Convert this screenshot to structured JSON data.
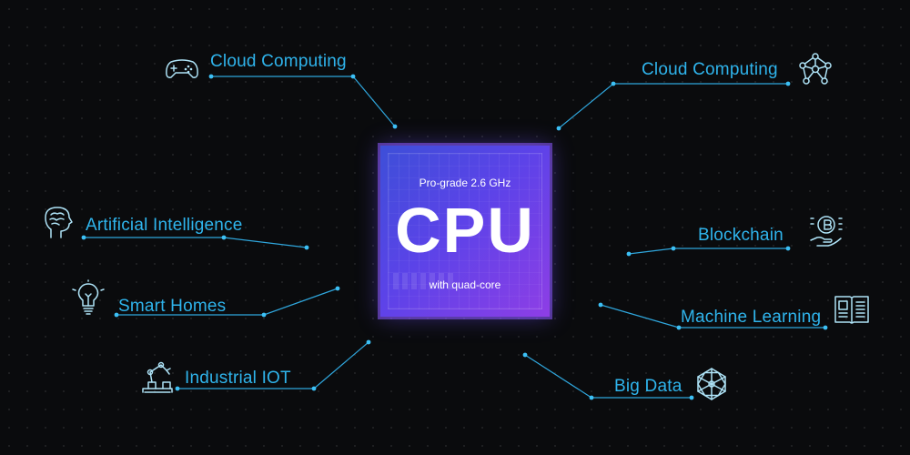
{
  "chip": {
    "subtitle": "Pro-grade 2.6 GHz",
    "title": "CPU",
    "footer": "with quad-core"
  },
  "nodes": {
    "left": [
      {
        "label": "Cloud Computing",
        "icon": "gamepad-icon"
      },
      {
        "label": "Artificial Intelligence",
        "icon": "brain-head-icon"
      },
      {
        "label": "Smart Homes",
        "icon": "lightbulb-icon"
      },
      {
        "label": "Industrial IOT",
        "icon": "robot-arm-icon"
      }
    ],
    "right": [
      {
        "label": "Cloud Computing",
        "icon": "network-nodes-icon"
      },
      {
        "label": "Blockchain",
        "icon": "bitcoin-hand-icon"
      },
      {
        "label": "Machine Learning",
        "icon": "open-book-icon"
      },
      {
        "label": "Big Data",
        "icon": "data-web-icon"
      }
    ]
  },
  "colors": {
    "background": "#0a0b0d",
    "accent": "#2fb4ec",
    "chip_start": "#3d4fd8",
    "chip_end": "#8e3ee6"
  }
}
